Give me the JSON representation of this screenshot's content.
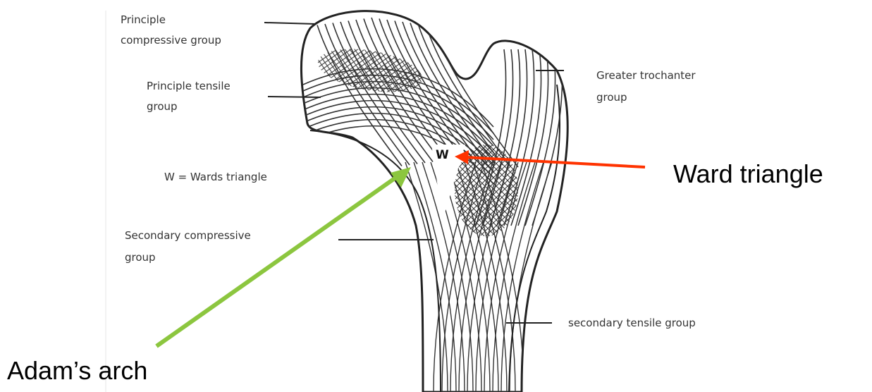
{
  "labels": {
    "principle_compressive_line1": "Principle",
    "principle_compressive_line2": "compressive group",
    "principle_tensile_line1": "Principle tensile",
    "principle_tensile_line2": "group",
    "greater_trochanter_line1": "Greater trochanter",
    "greater_trochanter_line2": "group",
    "wards_triangle_key": "W = Wards triangle",
    "secondary_compressive_line1": "Secondary compressive",
    "secondary_compressive_line2": "group",
    "secondary_tensile": "secondary tensile group",
    "w_marker": "W"
  },
  "callouts": {
    "ward_triangle": "Ward triangle",
    "adams_arch": "Adam’s arch"
  },
  "colors": {
    "outline": "#222222",
    "trabecula": "#333333",
    "ward_arrow": "#ff3300",
    "adam_arrow": "#8cc63f",
    "label_text": "#333333"
  }
}
